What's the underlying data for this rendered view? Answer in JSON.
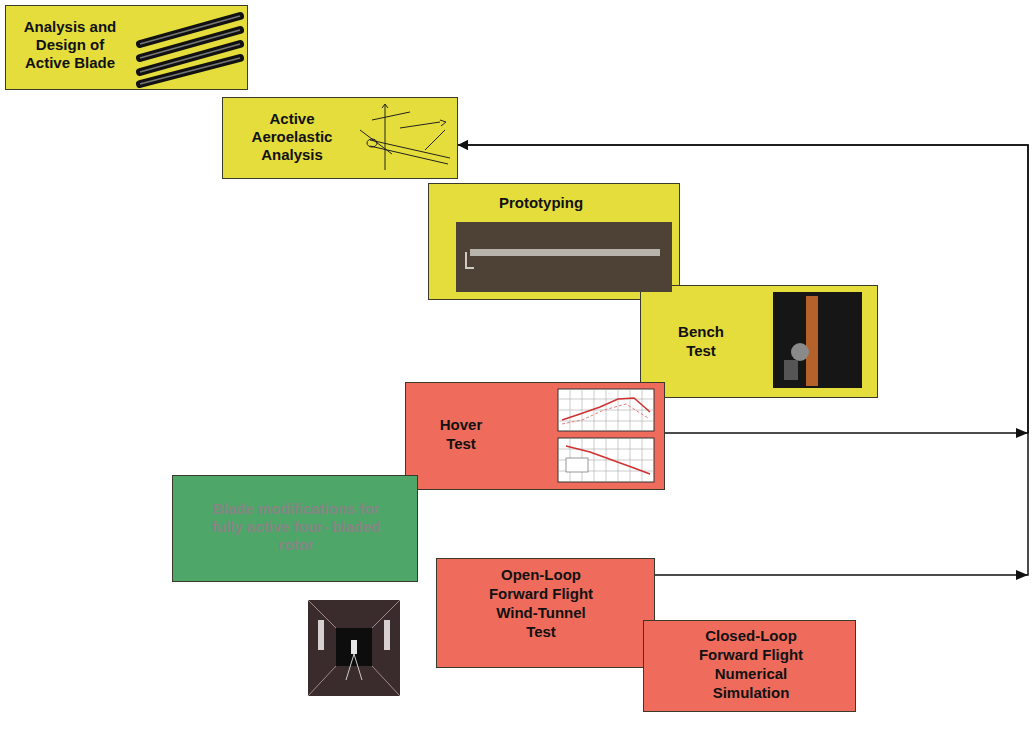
{
  "diagram": {
    "nodes": [
      {
        "text": [
          "Analysis and Design of Active Blade"
        ]
      },
      {
        "text": [
          "Active Aeroelastic Analysis"
        ]
      },
      {
        "text": [
          "Prototyping"
        ]
      },
      {
        "text": [
          "Bench Test"
        ]
      },
      {
        "text": [
          "Hover Test"
        ]
      },
      {
        "text": [
          "Blade modifications for fully active four- bladed rotor"
        ]
      },
      {
        "text": [
          "Open-Loop Forward Flight Wind-Tunnel Test"
        ]
      },
      {
        "text": [
          "Closed-Loop Forward Flight Numerical Simulation"
        ]
      }
    ],
    "edges": [
      {
        "from": 4,
        "to": 1,
        "arrow": "to"
      },
      {
        "from": 6,
        "to": 1,
        "arrow": "to"
      }
    ]
  }
}
